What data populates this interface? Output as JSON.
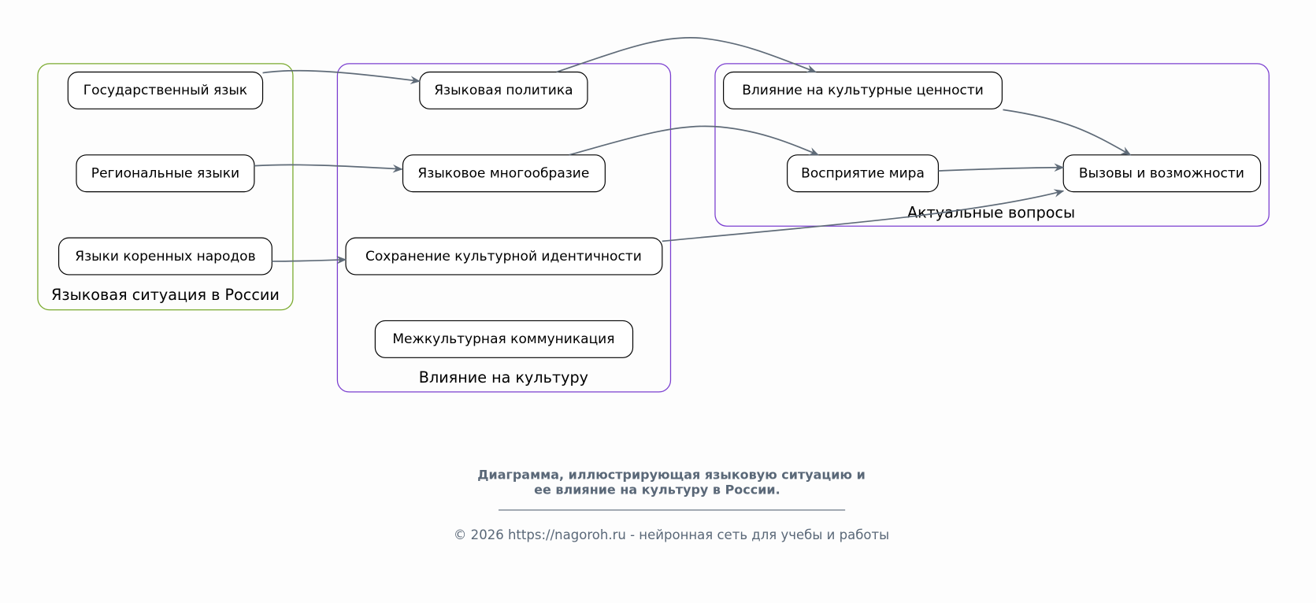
{
  "clusters": [
    {
      "label": "Языковая ситуация в России",
      "color": "#7aaa2e",
      "nodes": [
        "Государственный язык",
        "Региональные языки",
        "Языки коренных народов"
      ]
    },
    {
      "label": "Влияние на культуру",
      "color": "#7b3fd0",
      "nodes": [
        "Языковая политика",
        "Языковое многообразие",
        "Сохранение культурной идентичности",
        "Межкультурная коммуникация"
      ]
    },
    {
      "label": "Актуальные вопросы",
      "color": "#7b3fd0",
      "nodes": [
        "Влияние на культурные ценности",
        "Восприятие мира",
        "Вызовы и возможности"
      ]
    }
  ],
  "edges": [
    {
      "from": "Государственный язык",
      "to": "Языковая политика"
    },
    {
      "from": "Региональные языки",
      "to": "Языковое многообразие"
    },
    {
      "from": "Языки коренных народов",
      "to": "Сохранение культурной идентичности"
    },
    {
      "from": "Языковая политика",
      "to": "Влияние на культурные ценности"
    },
    {
      "from": "Языковое многообразие",
      "to": "Восприятие мира"
    },
    {
      "from": "Влияние на культурные ценности",
      "to": "Вызовы и возможности"
    },
    {
      "from": "Восприятие мира",
      "to": "Вызовы и возможности"
    },
    {
      "from": "Сохранение культурной идентичности",
      "to": "Вызовы и возможности"
    }
  ],
  "footer": {
    "title_line1": "Диаграмма, иллюстрирующая языковую ситуацию и",
    "title_line2": "ее влияние на культуру в России.",
    "copyright": "© 2026 https://nagoroh.ru - нейронная сеть для учебы и работы"
  }
}
